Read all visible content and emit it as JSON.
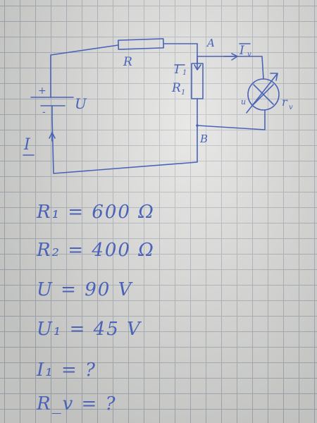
{
  "labels": {
    "resistor_R": "R",
    "node_A": "A",
    "node_B": "B",
    "current_I1": "I",
    "current_I1_sub": "1",
    "resistor_R1": "R",
    "resistor_R1_sub": "1",
    "current_Iv": "I",
    "current_Iv_sub": "v",
    "source_U": "U",
    "plus": "+",
    "minus": "-",
    "current_I": "I",
    "meter_r": "r",
    "meter_r_sub": "v",
    "meter_u": "u"
  },
  "givens": [
    "R₁ = 600 Ω",
    "R₂ = 400 Ω",
    "U = 90 V",
    "U₁ = 45 V",
    "I₁ = ?",
    "R_v = ?"
  ],
  "colors": {
    "ink": "#4a63b8",
    "paper": "#dcdcda",
    "grid": "#a9b0b8"
  }
}
